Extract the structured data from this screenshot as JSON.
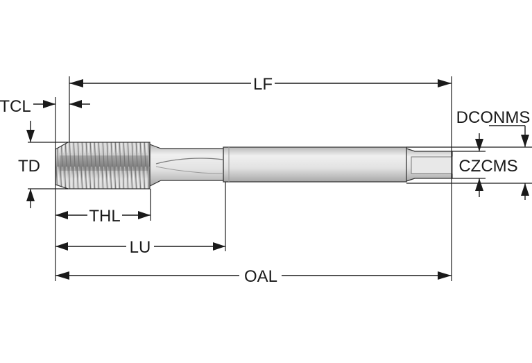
{
  "labels": {
    "lf": "LF",
    "tcl": "TCL",
    "td": "TD",
    "dconms": "DCONMS",
    "czcms": "CZCMS",
    "thl": "THL",
    "lu": "LU",
    "oal": "OAL"
  },
  "colors": {
    "line": "#1a1a1a",
    "tool_light": "#ececec",
    "tool_mid": "#c8c8c8",
    "tool_dark": "#8c8c8c",
    "background": "#ffffff"
  }
}
